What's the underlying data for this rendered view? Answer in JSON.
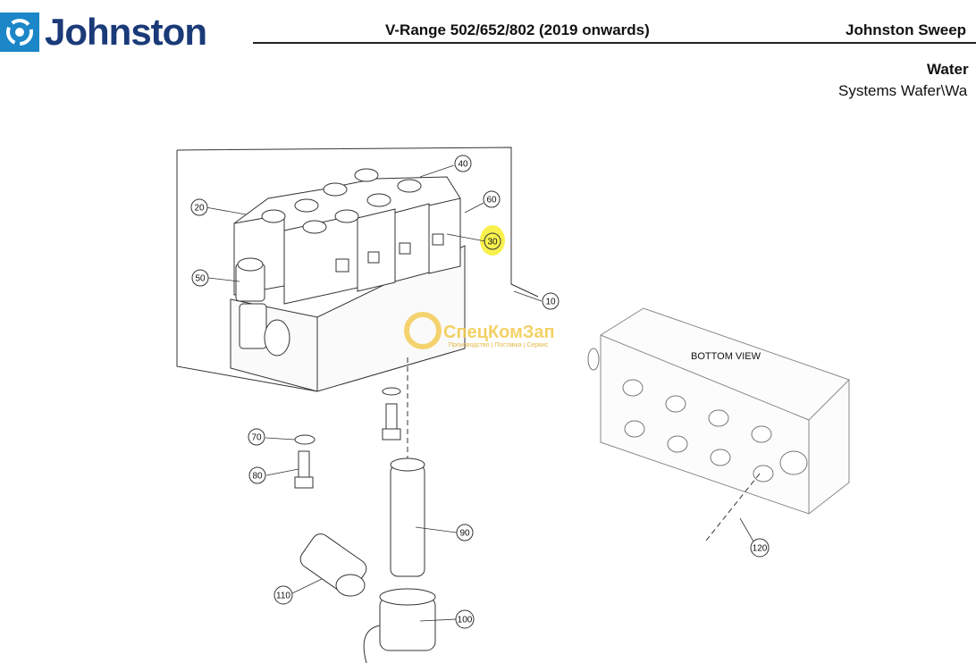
{
  "header": {
    "brand": "Johnston",
    "document_title": "V-Range 502/652/802 (2019 onwards)",
    "right_title": "Johnston Sweep",
    "section_title": "Water",
    "section_path": "Systems Wafer\\Wa"
  },
  "watermark": {
    "name": "СпецКомЗап",
    "tagline": "Производство | Поставка | Сервис"
  },
  "diagram": {
    "view_label": "BOTTOM VIEW",
    "callouts": [
      "10",
      "20",
      "30",
      "40",
      "50",
      "60",
      "70",
      "80",
      "90",
      "100",
      "110",
      "120"
    ],
    "highlight_callout": "30",
    "highlight_color": "#f7ef3a"
  }
}
